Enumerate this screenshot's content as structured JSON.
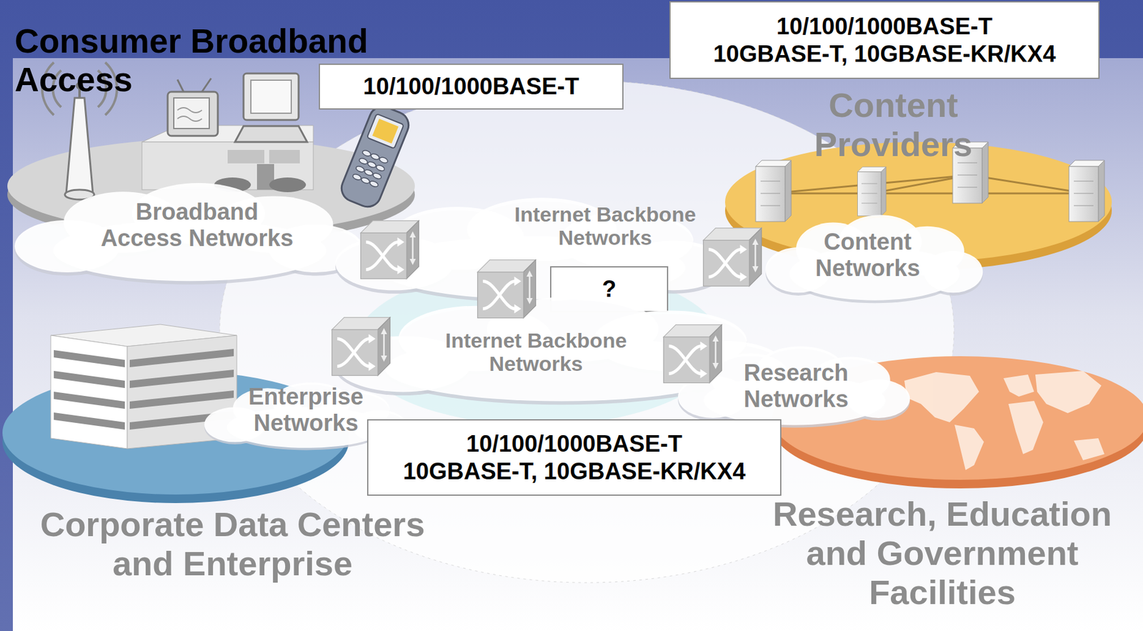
{
  "diagram": {
    "nodes": [
      {
        "text": [
          "Consumer Broadband Access"
        ]
      },
      {
        "text": [
          "10/100/1000BASE-T"
        ]
      },
      {
        "text": [
          "10/100/1000BASE-T",
          "10GBASE-T, 10GBASE-KR/KX4"
        ]
      },
      {
        "text": [
          "Content Providers"
        ]
      },
      {
        "text": [
          "Broadband Access Networks"
        ]
      },
      {
        "text": [
          "Internet Backbone Networks"
        ]
      },
      {
        "text": [
          "Content Networks"
        ]
      },
      {
        "text": [
          "?"
        ]
      },
      {
        "text": [
          "Internet Backbone Networks"
        ]
      },
      {
        "text": [
          "Enterprise Networks"
        ]
      },
      {
        "text": [
          "Research Networks"
        ]
      },
      {
        "text": [
          "10/100/1000BASE-T",
          "10GBASE-T, 10GBASE-KR/KX4"
        ]
      },
      {
        "text": [
          "Corporate Data Centers and Enterprise"
        ]
      },
      {
        "text": [
          "Research, Education and Government Facilities"
        ]
      }
    ]
  }
}
